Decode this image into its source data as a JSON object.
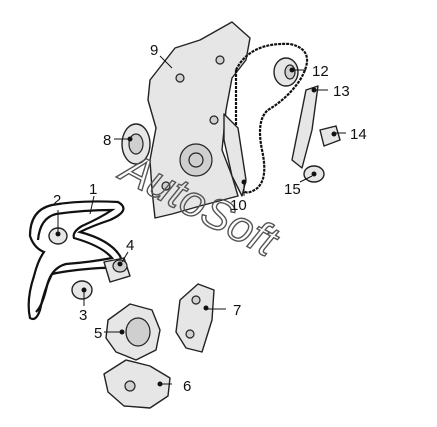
{
  "watermark": "AutoSoft",
  "labels": [
    {
      "id": "1",
      "text": "1"
    },
    {
      "id": "2",
      "text": "2"
    },
    {
      "id": "3",
      "text": "3"
    },
    {
      "id": "4",
      "text": "4"
    },
    {
      "id": "5",
      "text": "5"
    },
    {
      "id": "6",
      "text": "6"
    },
    {
      "id": "7",
      "text": "7"
    },
    {
      "id": "8",
      "text": "8"
    },
    {
      "id": "9",
      "text": "9"
    },
    {
      "id": "10",
      "text": "10"
    },
    {
      "id": "12",
      "text": "12"
    },
    {
      "id": "13",
      "text": "13"
    },
    {
      "id": "14",
      "text": "14"
    },
    {
      "id": "15",
      "text": "15"
    }
  ]
}
